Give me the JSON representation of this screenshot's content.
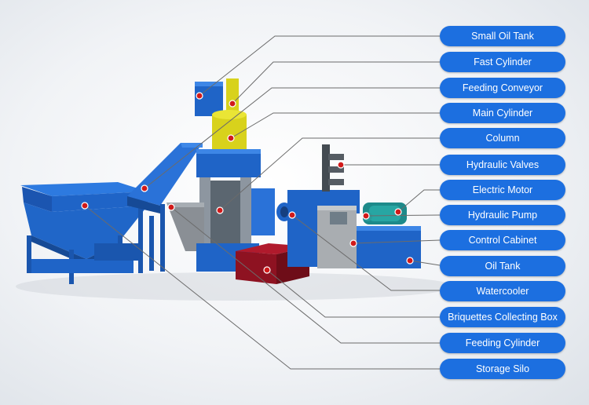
{
  "labels": [
    {
      "id": "small-oil-tank",
      "text": "Small Oil Tank"
    },
    {
      "id": "fast-cylinder",
      "text": "Fast Cylinder"
    },
    {
      "id": "feeding-conveyor",
      "text": "Feeding Conveyor"
    },
    {
      "id": "main-cylinder",
      "text": "Main Cylinder"
    },
    {
      "id": "column",
      "text": "Column"
    },
    {
      "id": "hydraulic-valves",
      "text": "Hydraulic Valves"
    },
    {
      "id": "electric-motor",
      "text": "Electric Motor"
    },
    {
      "id": "hydraulic-pump",
      "text": "Hydraulic Pump"
    },
    {
      "id": "control-cabinet",
      "text": "Control Cabinet"
    },
    {
      "id": "oil-tank",
      "text": "Oil Tank"
    },
    {
      "id": "watercooler",
      "text": "Watercooler"
    },
    {
      "id": "briquettes-collecting-box",
      "text": "Briquettes Collecting Box"
    },
    {
      "id": "feeding-cylinder",
      "text": "Feeding Cylinder"
    },
    {
      "id": "storage-silo",
      "text": "Storage Silo"
    }
  ],
  "colors": {
    "label_bg": "#1c6fe0",
    "machine_blue": "#1f64c7",
    "machine_blue_dark": "#164a96",
    "cylinder_yellow": "#d8d21c",
    "box_red": "#8e1221",
    "cabinet_grey": "#a9adb1",
    "leader_line": "#6b6b6b",
    "marker_red": "#d11a1a"
  }
}
